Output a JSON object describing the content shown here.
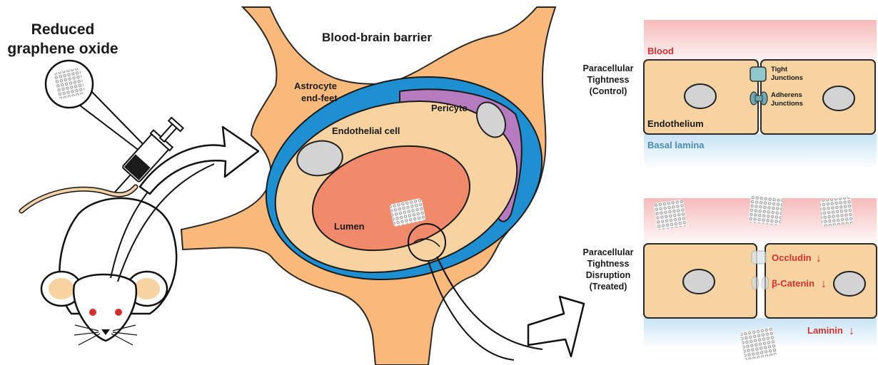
{
  "title": "Blood-brain barrier",
  "mouse_panel": {
    "label_line1": "Reduced",
    "label_line2": "graphene oxide"
  },
  "bbb_labels": {
    "astrocyte_line1": "Astrocyte",
    "astrocyte_line2": "end-feet",
    "pericyte": "Pericyte",
    "endothelial": "Endothelial cell",
    "lumen": "Lumen"
  },
  "control_panel": {
    "side_line1": "Paracellular",
    "side_line2": "Tightness",
    "side_line3": "(Control)",
    "blood": "Blood",
    "tight_line1": "Tight",
    "tight_line2": "Junctions",
    "adherens_line1": "Adherens",
    "adherens_line2": "Junctions",
    "endothelium": "Endothelium",
    "basal": "Basal lamina"
  },
  "treated_panel": {
    "side_line1": "Paracellular",
    "side_line2": "Tightness",
    "side_line3": "Disruption",
    "side_line4": "(Treated)",
    "occludin": "Occludin",
    "catenin": "β-Catenin",
    "laminin": "Laminin",
    "arrow_glyph": "↓"
  },
  "colors": {
    "astrocyte": "#f8b97a",
    "basal_membrane": "#1e8fd0",
    "endothelial": "#f6d3a0",
    "lumen": "#f08a6a",
    "pericyte": "#b67bbf",
    "blood_tint": "#f6b3b3",
    "basal_tint": "#bfe0f2",
    "label_red": "#d9302f",
    "label_blue": "#4d8bb5"
  }
}
